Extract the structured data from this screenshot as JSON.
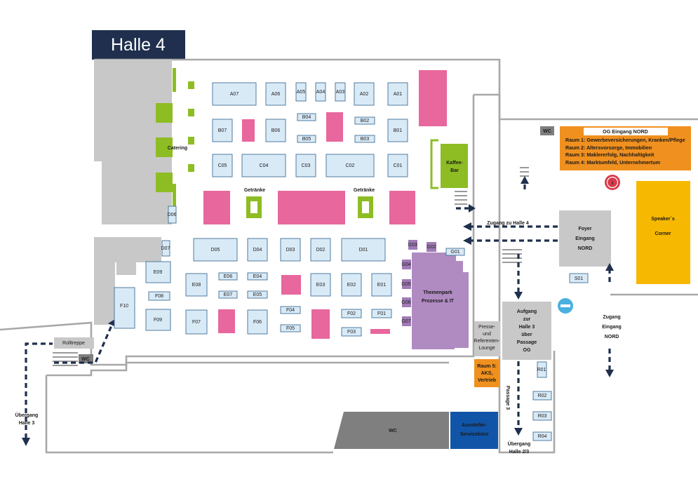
{
  "hall_title": "Halle 4",
  "colors": {
    "booth": "#d9eaf7",
    "pink": "#e8679d",
    "green": "#8dbd23",
    "orange": "#f0901f",
    "yellow": "#f6b800",
    "purple": "#b08bc1",
    "navy": "#1f2f4d",
    "blue": "#1155a8"
  },
  "booths": {
    "a": [
      "A07",
      "A06",
      "A05",
      "A04",
      "A03",
      "A02",
      "A01"
    ],
    "b": [
      "B07",
      "B06",
      "B04",
      "B05",
      "B02",
      "B03",
      "B01"
    ],
    "c": [
      "C05",
      "C04",
      "C03",
      "C02",
      "C01"
    ],
    "d": [
      "D06",
      "D07",
      "D05",
      "D04",
      "D03",
      "D02",
      "D01"
    ],
    "e": [
      "E09",
      "E08",
      "E06",
      "E07",
      "E04",
      "E05",
      "E03",
      "E02",
      "E01"
    ],
    "f": [
      "F10",
      "F08",
      "F09",
      "F07",
      "F06",
      "F04",
      "F05",
      "F02",
      "F03",
      "F01"
    ],
    "g": [
      "G01",
      "G02",
      "G03",
      "G04",
      "G05",
      "G06",
      "G07"
    ],
    "r": [
      "R01",
      "R02",
      "R03",
      "R04"
    ],
    "s": [
      "S01"
    ]
  },
  "labels": {
    "catering": "Catering",
    "getraenke_left": "Getränke",
    "getraenke_right": "Getränke",
    "kaffee_1": "Kaffee-",
    "kaffee_2": "Bar",
    "themenpark_1": "Themenpark",
    "themenpark_2": "Prozesse & IT",
    "presse_1": "Presse-",
    "presse_2": "und",
    "presse_3": "Referenten-",
    "presse_4": "Lounge",
    "raum5_1": "Raum 5:",
    "raum5_2": "AKS,",
    "raum5_3": "Vertrieb",
    "wc_main": "WC",
    "wc_small_1": "WC",
    "wc_small_2": "WC",
    "service_1": "Aussteller-",
    "service_2": "Servicebüro",
    "rolltreppe": "Rolltreppe",
    "uebergang_h3_1": "Übergang",
    "uebergang_h3_2": "Halle 3",
    "uebergang_h23_1": "Übergang",
    "uebergang_h23_2": "Halle 2/3",
    "passage": "Passage 3",
    "aufgang_1": "Aufgang",
    "aufgang_2": "zur",
    "aufgang_3": "Halle 3",
    "aufgang_4": "über",
    "aufgang_5": "Passage",
    "aufgang_6": "OG",
    "foyer_1": "Foyer",
    "foyer_2": "Eingang",
    "foyer_3": "NORD",
    "zugang_h4": "Zugang zu Halle 4",
    "zugang_1": "Zugang",
    "zugang_2": "Eingang",
    "zugang_3": "NORD",
    "speakers_1": "Speaker´s",
    "speakers_2": "Corner",
    "info": "i"
  },
  "og_box": {
    "title": "OG Eingang NORD",
    "lines": [
      "Raum 1: Gewerbeversicherungen, Kranken/Pflege",
      "Raum 2: Altersvorsorge, Immobilien",
      "Raum 3: Maklererfolg, Nachhaltigkeit",
      "Raum 4: Marktumfeld, Unternehmertum"
    ]
  }
}
